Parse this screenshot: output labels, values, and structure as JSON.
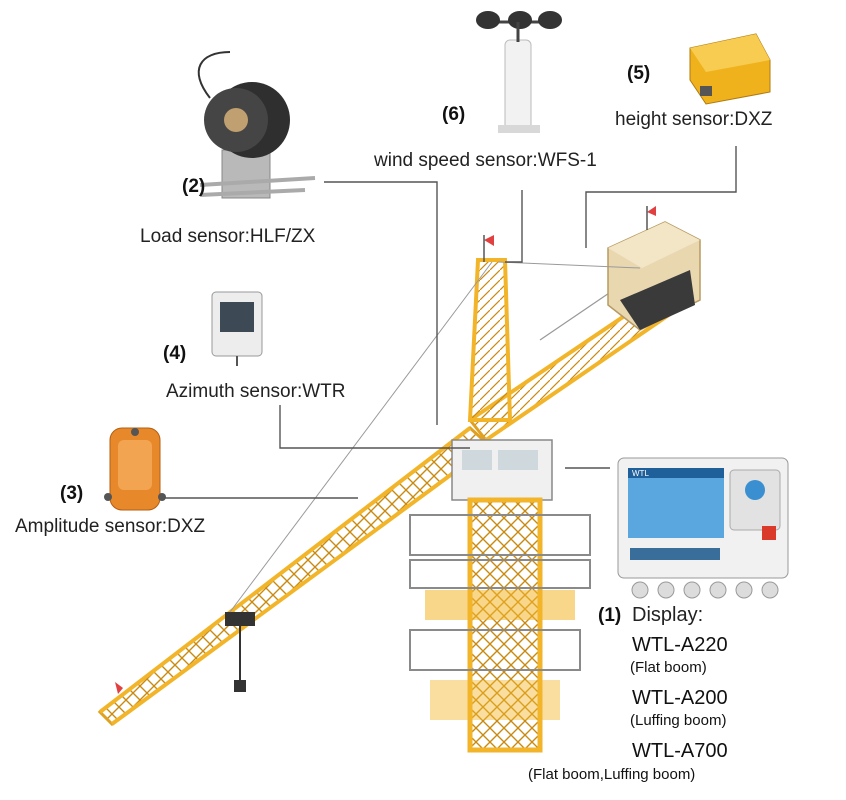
{
  "sensors": {
    "load": {
      "num": "(2)",
      "label": "Load sensor:HLF/ZX"
    },
    "azimuth": {
      "num": "(4)",
      "label": "Azimuth sensor:WTR"
    },
    "amplitude": {
      "num": "(3)",
      "label": "Amplitude sensor:DXZ"
    },
    "wind": {
      "num": "(6)",
      "label": "wind speed sensor:WFS-1"
    },
    "height": {
      "num": "(5)",
      "label": "height sensor:DXZ"
    }
  },
  "display": {
    "num": "(1)",
    "label": "Display:",
    "models": [
      {
        "model": "WTL-A220",
        "note": "(Flat boom)"
      },
      {
        "model": "WTL-A200",
        "note": "(Luffing boom)"
      },
      {
        "model": "WTL-A700",
        "note": "(Flat boom,Luffing boom)"
      }
    ],
    "screen_brand": "WTL"
  },
  "colors": {
    "crane": "#f2b52a",
    "crane_dark": "#c98a12",
    "counterweight": "#e9d7b0",
    "screen": "#5aa7e0",
    "leader": "#555555"
  }
}
